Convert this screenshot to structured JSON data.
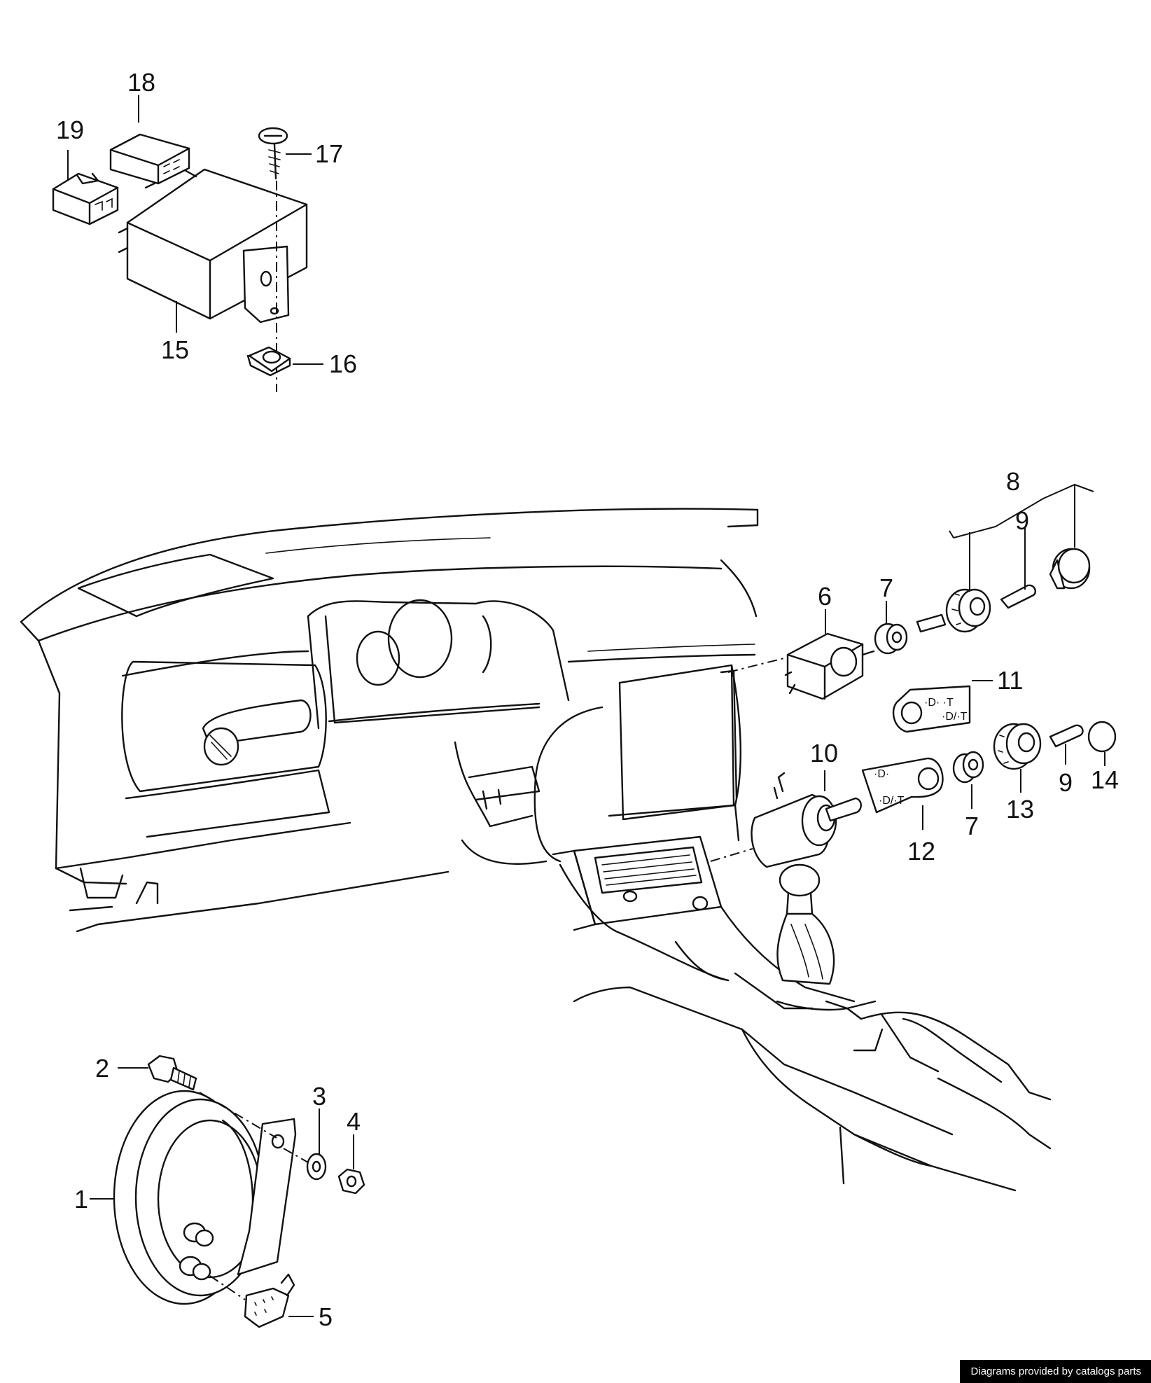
{
  "callouts": {
    "c1": "1",
    "c2": "2",
    "c3": "3",
    "c4": "4",
    "c5": "5",
    "c6": "6",
    "c7a": "7",
    "c7b": "7",
    "c8": "8",
    "c9a": "9",
    "c9b": "9",
    "c10": "10",
    "c11": "11",
    "c12": "12",
    "c13": "13",
    "c14": "14",
    "c15": "15",
    "c16": "16",
    "c17": "17",
    "c18": "18",
    "c19": "19"
  },
  "plate_text": {
    "plate11_top": "·D· ·T",
    "plate11_bottom": "·D/·T",
    "plate12_top": "·D·",
    "plate12_bottom": "·D/·T"
  },
  "credit": "Diagrams provided by catalogs parts",
  "colors": {
    "line": "#111111",
    "background": "#ffffff",
    "credit_bg": "#000000",
    "credit_text": "#ffffff"
  }
}
